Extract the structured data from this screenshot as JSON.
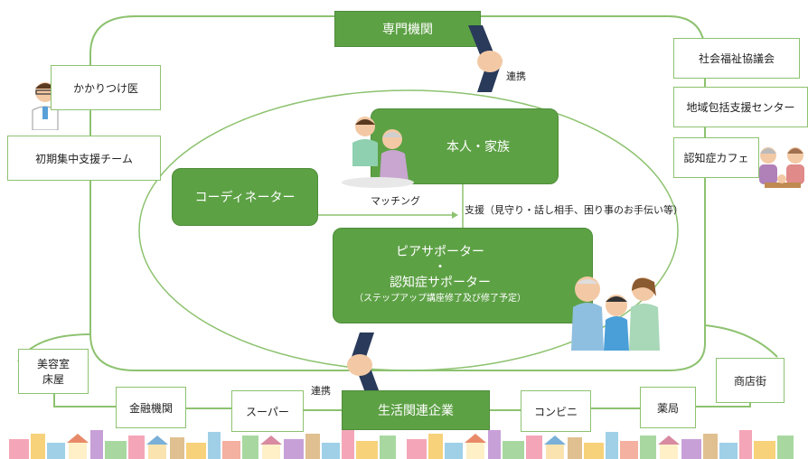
{
  "center": {
    "specialist": "専門機関",
    "life_business": "生活関連企業",
    "person_family": "本人・家族",
    "coordinator": "コーディネーター",
    "supporter_line1": "ピアサポーター",
    "supporter_dot": "・",
    "supporter_line2": "認知症サポーター",
    "supporter_line3": "（ステップアップ講座修了及び修了予定）"
  },
  "labels": {
    "renkei_top": "連携",
    "renkei_bottom": "連携",
    "matching": "マッチング",
    "support": "支援（見守り・話し相手、困り事のお手伝い等）"
  },
  "left_nodes": [
    "かかりつけ医",
    "初期集中支援チーム"
  ],
  "right_nodes": [
    "社会福祉協議会",
    "地域包括支援センター",
    "認知症カフェ"
  ],
  "bottom_nodes": {
    "beauty_line1": "美容室",
    "beauty_line2": "床屋",
    "finance": "金融機関",
    "super": "スーパー",
    "convenience": "コンビニ",
    "pharmacy": "薬局",
    "shopping_street": "商店街"
  },
  "colors": {
    "green_dark": "#5da145",
    "green_line": "#8dc26f",
    "handshake_navy": "#2a3a5a"
  },
  "icons": [
    "doctor-icon",
    "caregiver-elderly-icon",
    "cafe-people-icon",
    "handshake-icon",
    "family-supporters-icon",
    "townscape-icon"
  ]
}
